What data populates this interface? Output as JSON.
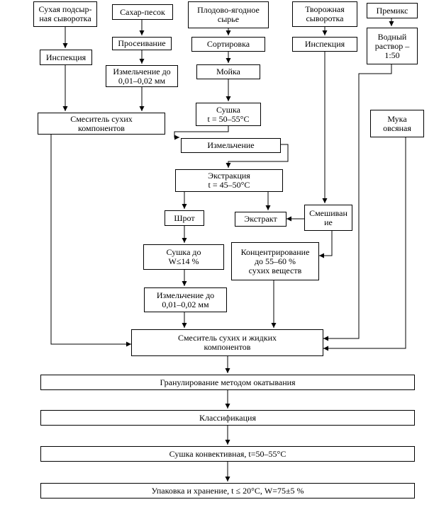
{
  "nodes": {
    "whey_dry": "Сухая подсыр-\nная сыворотка",
    "inspection_1": "Инспекция",
    "sugar": "Сахар-песок",
    "sieving": "Просеивание",
    "grinding_sugar": "Измельчение до\n0,01–0,02 мм",
    "fruit_raw": "Плодово-ягодное\nсырье",
    "sorting": "Сортировка",
    "washing": "Мойка",
    "drying_fruit": "Сушка\nt = 50–55°С",
    "grinding_fruit": "Измельчение",
    "extraction": "Экстракция\nt = 45–50°С",
    "meal": "Шрот",
    "extract": "Экстракт",
    "curd_whey": "Творожная\nсыворотка",
    "inspection_2": "Инспекция",
    "mixing": "Смешиван\nие",
    "premix": "Премикс",
    "water_solution": "Водный\nраствор –\n1:50",
    "oat_flour": "Мука\nовсяная",
    "dry_mixer": "Смеситель сухих\nкомпонентов",
    "drying_meal": "Сушка до\nW≤14 %",
    "grinding_meal": "Измельчение до\n0,01–0,02 мм",
    "concentration": "Концентрирование\nдо 55–60 %\nсухих веществ",
    "wet_mixer": "Смеситель сухих и жидких\nкомпонентов",
    "granulation": "Гранулирование методом окатывания",
    "classification": "Классификация",
    "convective_drying": "Сушка конвективная, t=50–55°С",
    "packaging": "Упаковка и хранение, t ≤ 20°С, W=75±5 %"
  }
}
